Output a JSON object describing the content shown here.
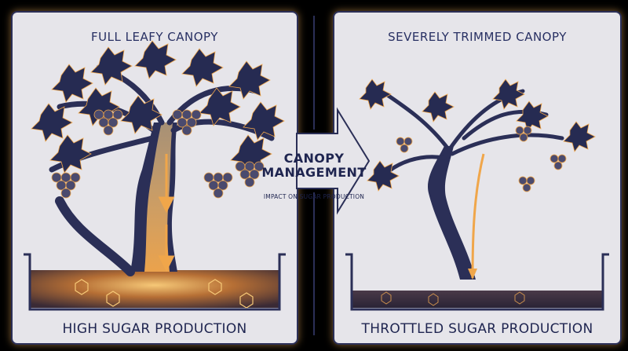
{
  "left_panel": {
    "title": "FULL LEAFY CANOPY",
    "caption": "HIGH SUGAR PRODUCTION"
  },
  "right_panel": {
    "title": "SEVERELY TRIMMED CANOPY",
    "caption": "THROTTLED SUGAR PRODUCTION"
  },
  "center": {
    "title_line1": "CANOPY",
    "title_line2": "MANAGEMENT",
    "subtitle": "IMPACT ON SUGAR PRODUCTION"
  },
  "colors": {
    "navy": "#2b2f57",
    "panel": "#e6e5ea",
    "glow": "#f0a64a",
    "leaf": "#262b52"
  },
  "icons": [
    "grape-leaf-icon",
    "grape-cluster-icon",
    "down-arrow-icon",
    "sugar-molecule-icon"
  ]
}
